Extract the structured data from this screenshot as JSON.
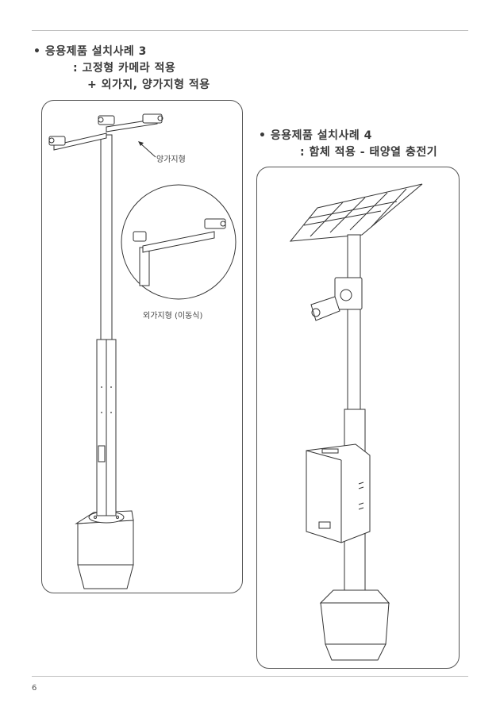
{
  "section3": {
    "title": "• 응용제품 설치사례 3",
    "line2": ": 고정형 카메라 적용",
    "line3": "+ 외가지, 양가지형 적용",
    "label_double": "양가지형",
    "label_single": "외가지형 (이동식)"
  },
  "section4": {
    "title": "• 응용제품 설치사례 4",
    "line2": ": 함체 적용 - 태양열 충전기"
  },
  "footer": {
    "page_number": "6"
  },
  "colors": {
    "line": "#333333",
    "rule": "#bfbfbf",
    "text": "#3a3a3a"
  }
}
